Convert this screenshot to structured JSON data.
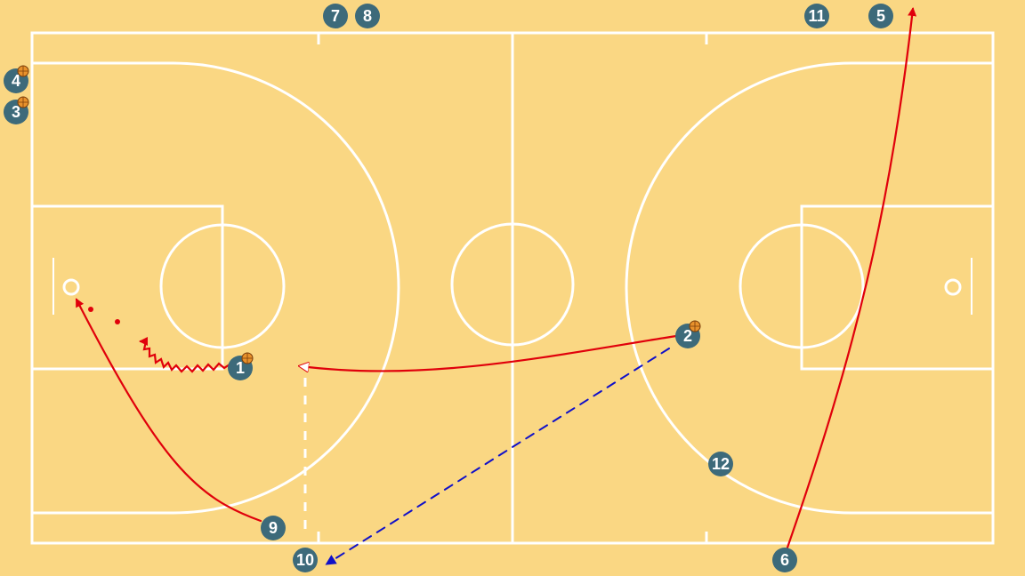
{
  "diagram": {
    "type": "basketball-play",
    "court": {
      "background_color": "#fad783",
      "line_color": "#ffffff"
    },
    "colors": {
      "player": "#3d6a7a",
      "player_text": "#ffffff",
      "ball": "#e8912b",
      "move_line": "#e0000b",
      "pass_line": "#1010c8"
    },
    "players": [
      {
        "id": "p1",
        "label": "1",
        "has_ball": true
      },
      {
        "id": "p2",
        "label": "2",
        "has_ball": true
      },
      {
        "id": "p3",
        "label": "3",
        "has_ball": true
      },
      {
        "id": "p4",
        "label": "4",
        "has_ball": true
      },
      {
        "id": "p5",
        "label": "5",
        "has_ball": false
      },
      {
        "id": "p6",
        "label": "6",
        "has_ball": false
      },
      {
        "id": "p7",
        "label": "7",
        "has_ball": false
      },
      {
        "id": "p8",
        "label": "8",
        "has_ball": false
      },
      {
        "id": "p9",
        "label": "9",
        "has_ball": false
      },
      {
        "id": "p10",
        "label": "10",
        "has_ball": false
      },
      {
        "id": "p11",
        "label": "11",
        "has_ball": false
      },
      {
        "id": "p12",
        "label": "12",
        "has_ball": false
      }
    ],
    "actions": [
      {
        "type": "dribble",
        "from": "1",
        "icon": "zigzag-arrow"
      },
      {
        "type": "shot",
        "from": "1",
        "icon": "dotted-line"
      },
      {
        "type": "cut",
        "from": "2",
        "icon": "arrow"
      },
      {
        "type": "pass",
        "from": "2",
        "to": "10",
        "icon": "dashed-arrow"
      },
      {
        "type": "cut",
        "from": "9",
        "icon": "arrow"
      },
      {
        "type": "cut",
        "from": "6",
        "icon": "arrow"
      }
    ]
  }
}
